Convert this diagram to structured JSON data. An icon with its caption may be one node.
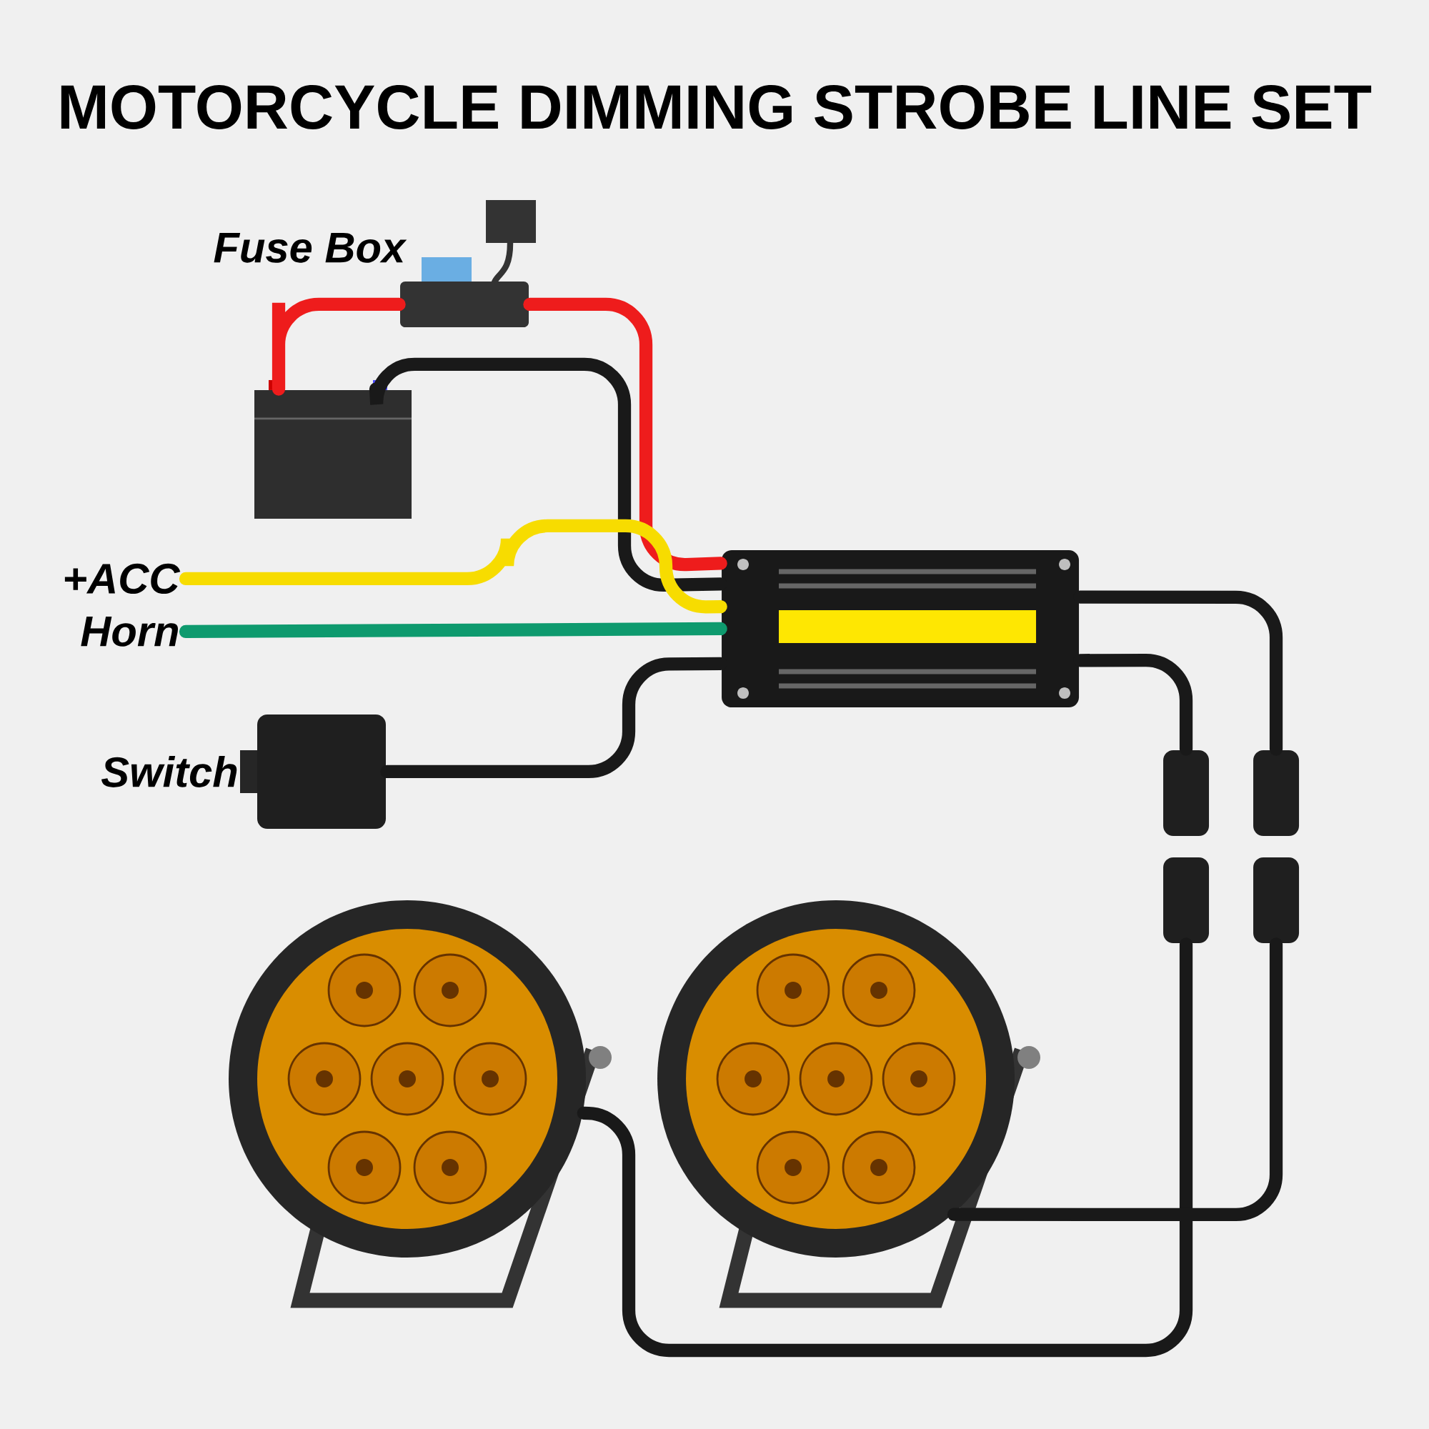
{
  "diagram": {
    "title": "MOTORCYCLE DIMMING STROBE LINE SET",
    "nodes": [
      {
        "text": [
          "Fuse Box"
        ]
      },
      {
        "text": [],
        "shape": "picture"
      },
      {
        "text": [],
        "shape": "picture"
      },
      {
        "text": [
          "+ACC"
        ]
      },
      {
        "text": [
          "Horn"
        ]
      },
      {
        "text": [
          "Switch"
        ]
      },
      {
        "text": [],
        "shape": "box"
      },
      {
        "text": [],
        "shape": "box"
      },
      {
        "text": [],
        "shape": "box"
      },
      {
        "text": [],
        "shape": "box"
      },
      {
        "text": [],
        "shape": "picture"
      },
      {
        "text": [],
        "shape": "picture"
      }
    ],
    "edges": [
      {
        "from": 1,
        "to": 0,
        "arrow": "none",
        "color": "#ee1c1c"
      },
      {
        "from": 0,
        "to": 2,
        "arrow": "none",
        "color": "#ee1c1c"
      },
      {
        "from": 1,
        "to": 2,
        "arrow": "none"
      },
      {
        "from": 3,
        "to": 2,
        "arrow": "none",
        "color": "#f7dc00"
      },
      {
        "from": 4,
        "to": 2,
        "arrow": "none",
        "color": "#0e9a6e"
      },
      {
        "from": 5,
        "to": 2,
        "arrow": "none"
      },
      {
        "from": 2,
        "to": 6,
        "arrow": "none"
      },
      {
        "from": 2,
        "to": 7,
        "arrow": "none"
      },
      {
        "from": 8,
        "to": 10,
        "arrow": "none"
      },
      {
        "from": 9,
        "to": 11,
        "arrow": "none"
      }
    ]
  }
}
